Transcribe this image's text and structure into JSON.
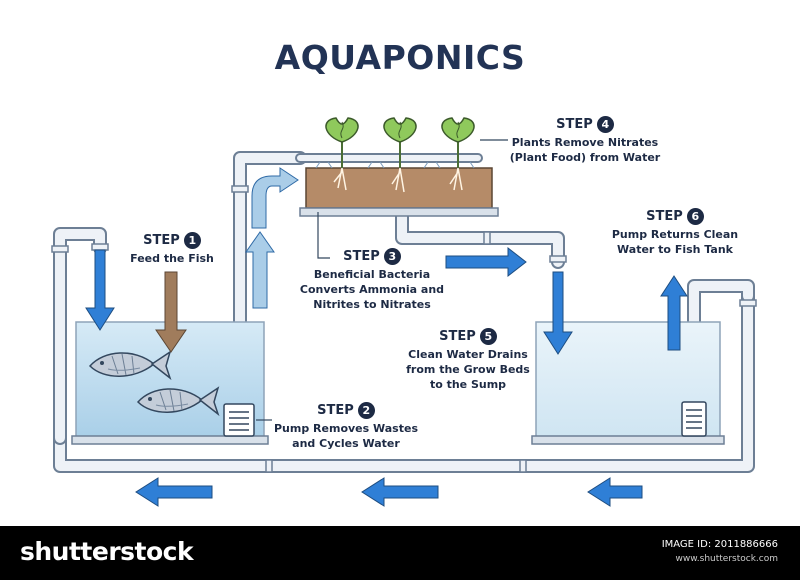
{
  "title": "AQUAPONICS",
  "steps": [
    {
      "label": "STEP",
      "number": "1",
      "text": [
        "Feed the Fish"
      ]
    },
    {
      "label": "STEP",
      "number": "2",
      "text": [
        "Pump Removes Wastes",
        "and Cycles Water"
      ]
    },
    {
      "label": "STEP",
      "number": "3",
      "text": [
        "Beneficial Bacteria",
        "Converts Ammonia and",
        "Nitrites to Nitrates"
      ]
    },
    {
      "label": "STEP",
      "number": "4",
      "text": [
        "Plants Remove Nitrates",
        "(Plant Food) from Water"
      ]
    },
    {
      "label": "STEP",
      "number": "5",
      "text": [
        "Clean Water Drains",
        "from the Grow Beds",
        "to the Sump"
      ]
    },
    {
      "label": "STEP",
      "number": "6",
      "text": [
        "Pump Returns Clean",
        "Water to Fish Tank"
      ]
    }
  ],
  "footer": {
    "brand": "shutterstock",
    "image_id": "IMAGE ID: 2011886666",
    "site": "www.shutterstock.com"
  },
  "colors": {
    "title": "#223355",
    "pipe_fill": "#eef2f7",
    "pipe_stroke": "#6d7f95",
    "arrow_blue": "#2f7fd6",
    "arrow_light": "#aacde8",
    "water": "#bfdcef",
    "soil": "#b58b68",
    "leaf": "#8fc95c",
    "food_arrow": "#a07c5c",
    "footer_bg": "#000000"
  },
  "icons": [
    "fish-icon",
    "plant-icon",
    "pump-icon",
    "flow-arrow-icon"
  ]
}
